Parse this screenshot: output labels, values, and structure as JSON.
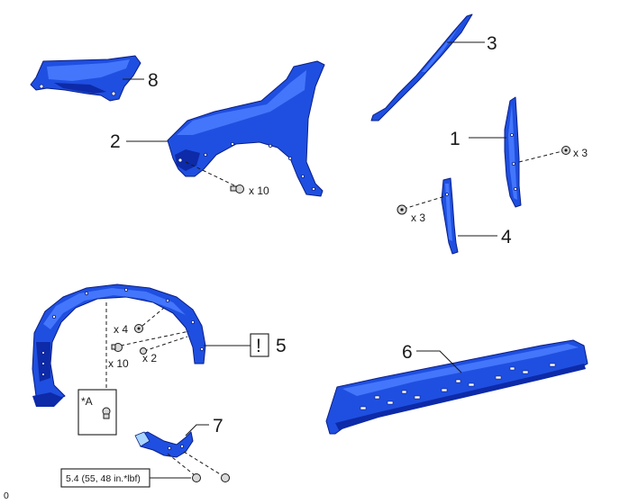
{
  "callouts": {
    "c1": "1",
    "c2": "2",
    "c3": "3",
    "c4": "4",
    "c5": "5",
    "c6": "6",
    "c7": "7",
    "c8": "8"
  },
  "quantities": {
    "fender_screws": "x 10",
    "pillar_clips_right": "x 3",
    "pillar_clips_left": "x 3",
    "liner_clips_x4": "x 4",
    "liner_screws_x10": "x 10",
    "liner_screws_x2": "x 2"
  },
  "labels": {
    "caution_mark": "!",
    "view_a": "*A",
    "torque_spec": "5.4 (55, 48 in.*lbf)",
    "corner_id": "0"
  }
}
